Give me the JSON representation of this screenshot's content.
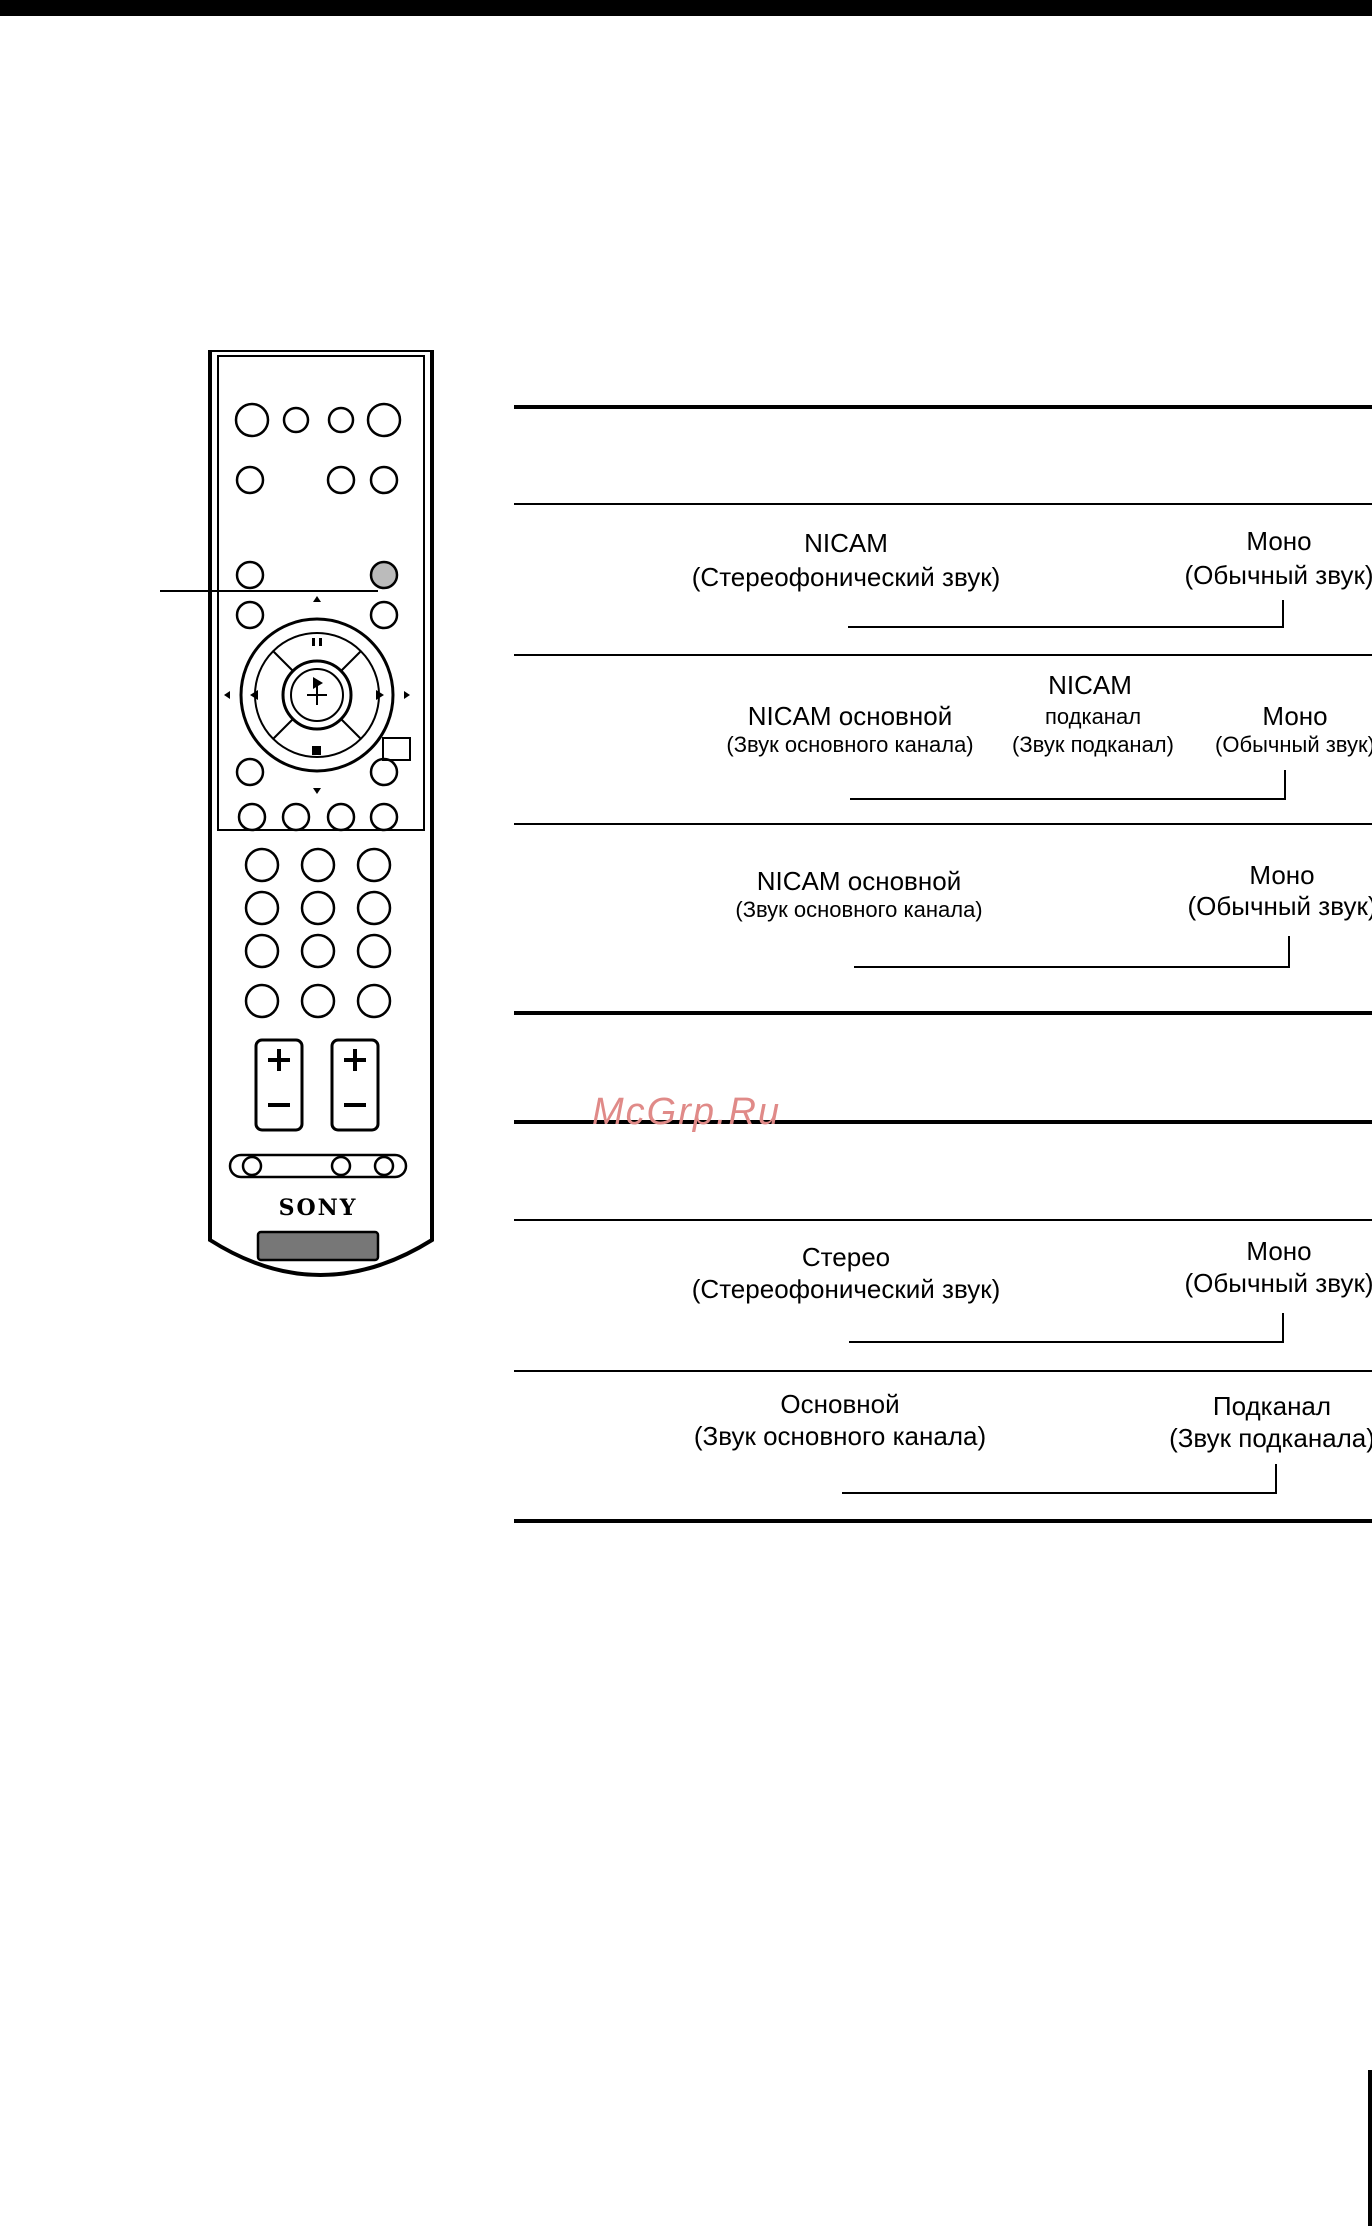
{
  "remote": {
    "brand": "SONY"
  },
  "watermark": "McGrp.Ru",
  "diagrams": [
    {
      "labels": [
        {
          "main": "NICAM",
          "sub": "(Стереофонический звук)"
        },
        {
          "main": "Моно",
          "sub": "(Обычный звук)"
        }
      ]
    },
    {
      "labels": [
        {
          "main": "NICAM основной",
          "sub": "(Звук основного канала)"
        },
        {
          "main": "NICAM",
          "mid": "подканал",
          "sub": "(Звук подканал)"
        },
        {
          "main": "Моно",
          "sub": "(Обычный звук)"
        }
      ]
    },
    {
      "labels": [
        {
          "main": "NICAM основной",
          "sub": "(Звук основного канала)"
        },
        {
          "main": "Моно",
          "sub": "(Обычный звук)"
        }
      ]
    },
    {
      "labels": [
        {
          "main": "Стерео",
          "sub": "(Стереофонический звук)"
        },
        {
          "main": "Моно",
          "sub": "(Обычный звук)"
        }
      ]
    },
    {
      "labels": [
        {
          "main": "Основной",
          "sub": "(Звук основного канала)"
        },
        {
          "main": "Подканал",
          "sub": "(Звук подканала)"
        }
      ]
    }
  ]
}
